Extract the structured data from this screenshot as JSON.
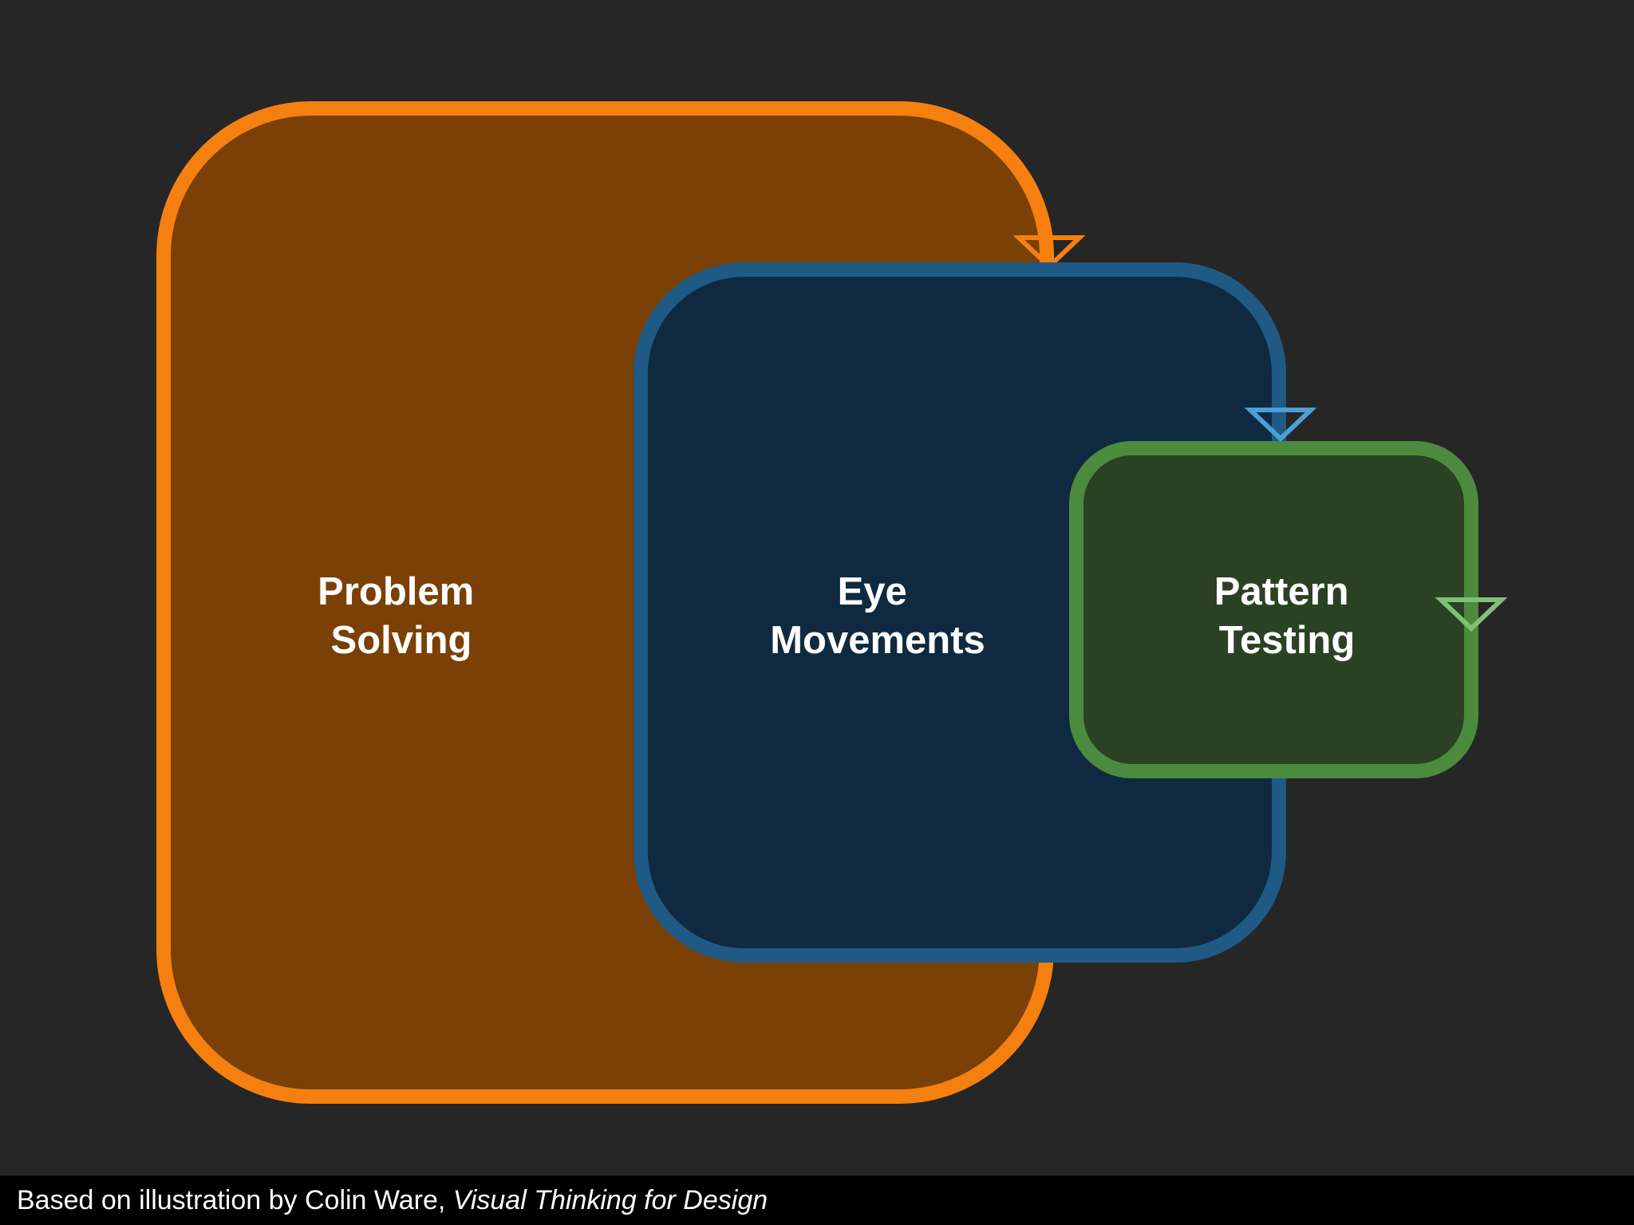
{
  "colors": {
    "background": "#262626",
    "problem_solving_fill": "#7a4005",
    "problem_solving_stroke": "#f5800f",
    "eye_movements_fill": "#0f2a40",
    "eye_movements_stroke": "#1f5a85",
    "eye_movements_arrow": "#4a9fd6",
    "pattern_testing_fill": "#2b4123",
    "pattern_testing_stroke": "#4c8a3d",
    "pattern_testing_arrow": "#7fc175",
    "caption_bar": "#000000"
  },
  "nodes": {
    "problem_solving": {
      "line1": "Problem",
      "line2": "Solving"
    },
    "eye_movements": {
      "line1": "Eye",
      "line2": "Movements"
    },
    "pattern_testing": {
      "line1": "Pattern",
      "line2": "Testing"
    }
  },
  "caption": {
    "prefix": "Based on illustration by Colin Ware, ",
    "title": "Visual Thinking for Design"
  }
}
